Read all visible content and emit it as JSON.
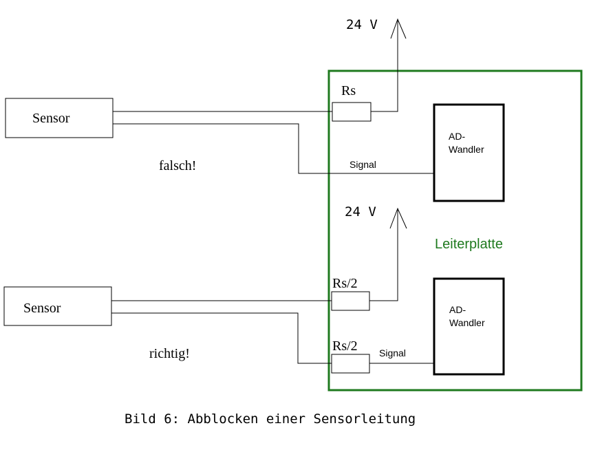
{
  "upper": {
    "sensor_label": "Sensor",
    "verdict": "falsch!",
    "voltage": "24 V",
    "resistor": "Rs",
    "signal": "Signal",
    "ad_line1": "AD-",
    "ad_line2": "Wandler"
  },
  "lower": {
    "sensor_label": "Sensor",
    "verdict": "richtig!",
    "voltage": "24 V",
    "resistor_top": "Rs/2",
    "resistor_bottom": "Rs/2",
    "signal": "Signal",
    "ad_line1": "AD-",
    "ad_line2": "Wandler"
  },
  "board_label": "Leiterplatte",
  "caption": "Bild 6: Abblocken einer Sensorleitung",
  "colors": {
    "board": "#1f7a1f",
    "ink": "#000000"
  }
}
